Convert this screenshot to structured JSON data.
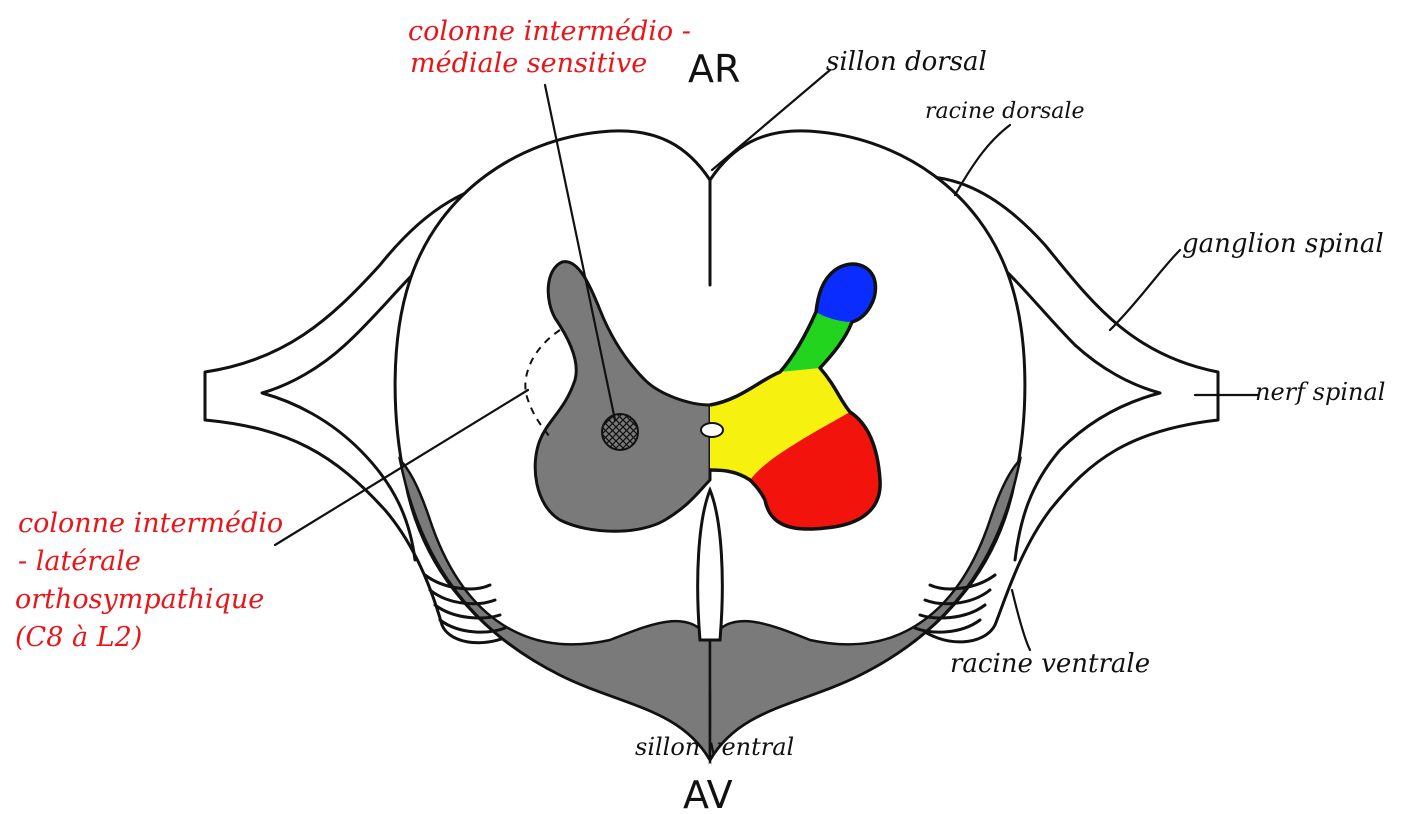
{
  "labels": {
    "dorsal": "AR",
    "ventral": "AV",
    "sillon_dorsal": "sillon dorsal",
    "racine_dorsale": "racine dorsale",
    "ganglion_spinal": "ganglion spinal",
    "nerf_spinal": "nerf spinal",
    "racine_ventrale": "racine ventrale",
    "sillon_ventral": "sillon ventral",
    "colonne_medial_line1": "colonne intermédio -",
    "colonne_medial_line2": "médiale sensitive",
    "colonne_lateral_line1": "colonne intermédio",
    "colonne_lateral_line2": "- latérale",
    "colonne_lateral_line3": "orthosympathique",
    "colonne_lateral_line4": "(C8 à L2)"
  },
  "colors": {
    "label_red": "#e8161b",
    "grey_matter": "#7a7a7a",
    "zone_blue": "#0a2cff",
    "zone_green": "#22d41e",
    "zone_yellow": "#f7f10f",
    "zone_red": "#f2140c"
  }
}
